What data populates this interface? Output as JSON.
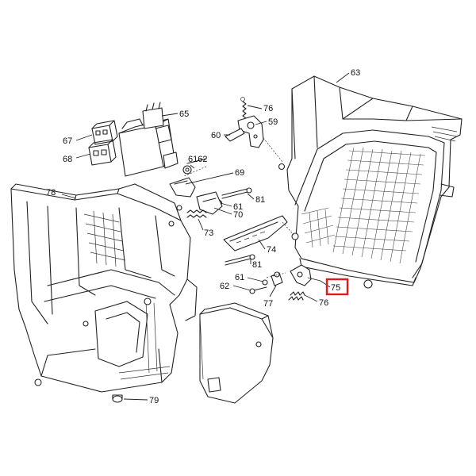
{
  "diagram": {
    "labels": {
      "p63": "63",
      "p65": "65",
      "p67": "67",
      "p68": "68",
      "p76a": "76",
      "p59": "59",
      "p60": "60",
      "p61_62": "6162",
      "p69": "69",
      "p78": "78",
      "p81a": "81",
      "p61a": "61",
      "p70": "70",
      "p73": "73",
      "p74": "74",
      "p81b": "81",
      "p61b": "61",
      "p62": "62",
      "p77": "77",
      "p75": "75",
      "p76b": "76",
      "p79": "79"
    },
    "highlight_label": "75",
    "highlight_color": "#e0191f"
  }
}
